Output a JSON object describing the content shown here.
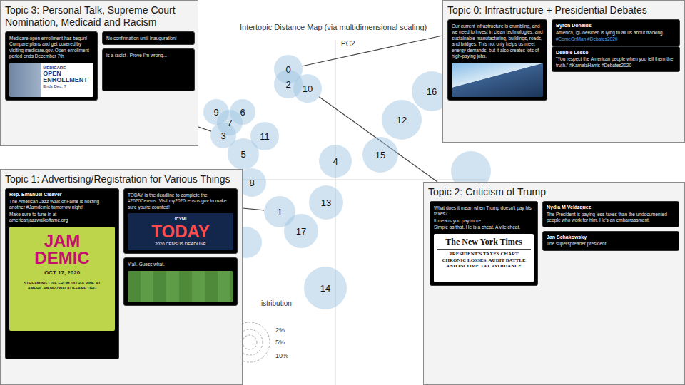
{
  "diagram": {
    "title": "Intertopic Distance Map (via multidimensional scaling)",
    "nodes": [
      {
        "text": [
          "Topic 3: Personal Talk, Supreme Court Nomination, Medicaid and Racism"
        ]
      },
      {
        "text": [
          "Medicare open enrollment has begun! Compare plans and get covered by visiting medicare.gov. Open enrollment period ends December 7th",
          "MEDICARE",
          "OPEN ENROLLMENT",
          "Ends Dec. 7"
        ],
        "in": 0
      },
      {
        "text": [
          "No confirmation until inauguration!"
        ],
        "in": 0
      },
      {
        "text": [
          "is a racist . Prove I'm wrong..."
        ],
        "in": 0
      },
      {
        "text": [
          "Topic 0: Infrastructure + Presidential Debates"
        ]
      },
      {
        "text": [
          "Our current infrastructure is crumbling, and we need to invest in clean technologies, and sustainable manufacturing, buildings, roads, and bridges. This not only helps us meet energy demands, but it also creates lots of high-paying jobs."
        ],
        "in": 4
      },
      {
        "text": [
          "Byron Donalds",
          "America, @JoeBiden is lying to all us about fracking.",
          "#ComeOnMan #Debates2020"
        ],
        "in": 4
      },
      {
        "text": [
          "Debbie Lesko",
          "\"You respect the American people when you tell them the truth.\" #KamalaHarris #Debates2020"
        ],
        "in": 4
      },
      {
        "text": [
          "Topic 1: Advertising/Registration for Various Things"
        ]
      },
      {
        "text": [
          "Rep. Emanuel Cleaver",
          "The American Jazz Walk of Fame is hosting another #Jamdemic tomorrow night!",
          "Make sure to tune in at americanjazzwalkoffame.org",
          "JAM",
          "DEMIC",
          "OCT 17, 2020",
          "STREAMING LIVE FROM 18TH & VINE AT AMERICANJAZZWALKOFFAME.ORG"
        ],
        "in": 8
      },
      {
        "text": [
          "TODAY is the deadline to complete the #2020Census. Visit my2020census.gov to make sure you're counted!",
          "ICYMI",
          "TODAY",
          "2020 CENSUS DEADLINE"
        ],
        "in": 8
      },
      {
        "text": [
          "Y'all. Guess what."
        ],
        "in": 8
      },
      {
        "text": [
          "Topic 2: Criticism of Trump"
        ]
      },
      {
        "text": [
          "What does it mean when Trump doesn't pay his taxes?",
          "It means you pay more.",
          "Simple as that. He is a cheat. A vile cheat.",
          "The New York Times",
          "PRESIDENT'S TAXES CHART CHRONIC LOSSES, AUDIT BATTLE AND INCOME TAX AVOIDANCE"
        ],
        "in": 12
      },
      {
        "text": [
          "Nydia M Velázquez",
          "The President is paying less taxes than the undocumented people who work for him. He's an embarrassment."
        ],
        "in": 12
      },
      {
        "text": [
          "Jan Schakowsky",
          "The superspreader president."
        ],
        "in": 12
      },
      {
        "text": [
          "0"
        ]
      },
      {
        "text": [
          "2"
        ]
      },
      {
        "text": [
          "10"
        ]
      },
      {
        "text": [
          "16"
        ]
      },
      {
        "text": [
          "9"
        ]
      },
      {
        "text": [
          "6"
        ]
      },
      {
        "text": [
          "7"
        ]
      },
      {
        "text": [
          "12"
        ]
      },
      {
        "text": [
          "3"
        ]
      },
      {
        "text": [
          "11"
        ]
      },
      {
        "text": [
          "5"
        ]
      },
      {
        "text": [
          "15"
        ]
      },
      {
        "text": [
          "4"
        ]
      },
      {
        "text": [
          "8"
        ]
      },
      {
        "text": [
          "1"
        ]
      },
      {
        "text": [
          "13"
        ]
      },
      {
        "text": [
          "17"
        ]
      },
      {
        "text": [
          "14"
        ]
      }
    ],
    "edges": [
      {
        "from": 0,
        "to": 24,
        "arrow": "none"
      },
      {
        "from": 4,
        "to": 16,
        "arrow": "none"
      },
      {
        "from": 8,
        "to": 30,
        "arrow": "none"
      },
      {
        "from": 12,
        "to": 18,
        "arrow": "none"
      }
    ],
    "labels": [
      "PC2",
      "istribution",
      "2%",
      "5%",
      "10%"
    ]
  }
}
